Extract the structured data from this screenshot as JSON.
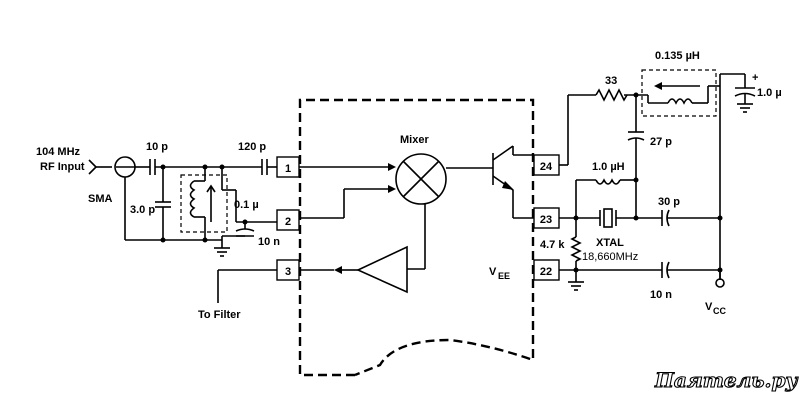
{
  "labels": {
    "rf_freq": "104 MHz",
    "rf_input": "RF Input",
    "sma": "SMA",
    "c_10p": "10 p",
    "c_3p0": "3.0 p",
    "c_120p": "120 p",
    "c_0_1u": "0.1 µ",
    "c_10n_left": "10 n",
    "to_filter": "To Filter",
    "mixer": "Mixer",
    "r_33": "33",
    "l_0_135u": "0.135 µH",
    "c_1_0u": "1.0 µ",
    "c_27p": "27 p",
    "l_1_0u": "1.0 µH",
    "c_30p": "30 p",
    "r_4_7k": "4.7 k",
    "xtal": "XTAL",
    "xtal_freq": "18,660MHz",
    "vee": "V",
    "vee_sub": "EE",
    "c_10n_right": "10 n",
    "vcc": "V",
    "vcc_sub": "CC",
    "plus": "+"
  },
  "pins": {
    "p1": "1",
    "p2": "2",
    "p3": "3",
    "p24": "24",
    "p23": "23",
    "p22": "22"
  },
  "watermark": "Паяmель.ру"
}
